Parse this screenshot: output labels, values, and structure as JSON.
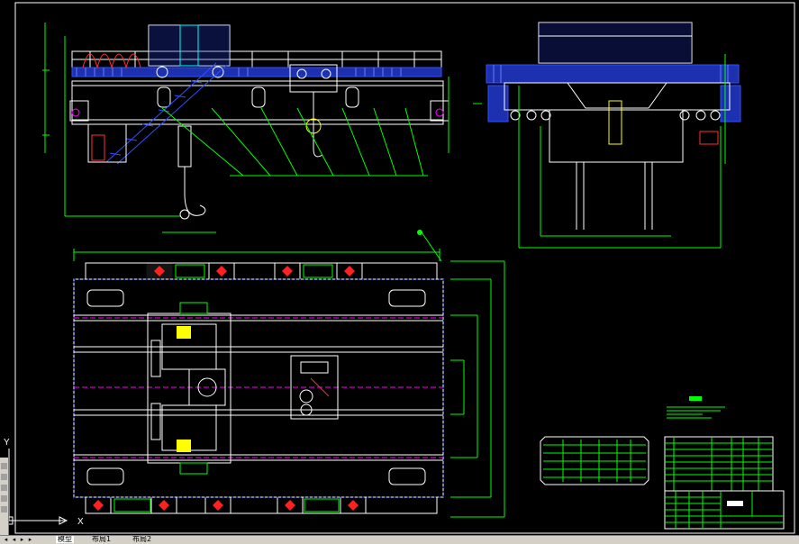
{
  "tabs": [
    {
      "label": "模型",
      "active": true
    },
    {
      "label": "布局1",
      "active": false
    },
    {
      "label": "布局2",
      "active": false
    }
  ],
  "ucs": {
    "x_label": "X",
    "y_label": "Y"
  },
  "colors": {
    "background": "#000000",
    "frame": "#ffffff",
    "dimension": "#00ff00",
    "hatch_blue": "#3050ff",
    "accent_red": "#ff2020",
    "magenta": "#ff00ff",
    "cyan": "#00ffff",
    "yellow": "#ffff00"
  },
  "icons": [
    "ucs-axis-icon",
    "nav-first-icon",
    "nav-prev-icon",
    "nav-next-icon",
    "nav-last-icon"
  ]
}
